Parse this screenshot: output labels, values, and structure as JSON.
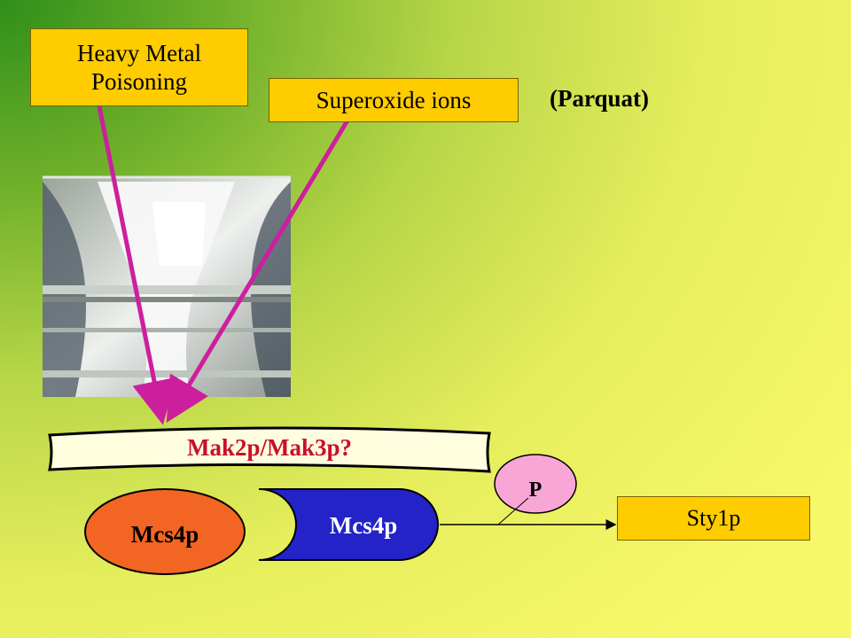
{
  "boxes": {
    "heavy_metal": "Heavy Metal Poisoning",
    "superoxide": "Superoxide ions",
    "parquat": "(Parquat)",
    "sty1p": "Sty1p"
  },
  "membrane": {
    "label": "Mak2p/Mak3p?"
  },
  "proteins": {
    "mcs4p_left": "Mcs4p",
    "mcs4p_right": "Mcs4p",
    "phosphate": "P"
  },
  "colors": {
    "box_fill": "#ffcc00",
    "arrow_magenta": "#cc1f9e",
    "membrane_label": "#c8102e",
    "mcs4p_left_fill": "#f26522",
    "mcs4p_right_fill": "#2323c8",
    "phosphate_fill": "#f7a6d6",
    "membrane_fill": "#ffffe0"
  }
}
